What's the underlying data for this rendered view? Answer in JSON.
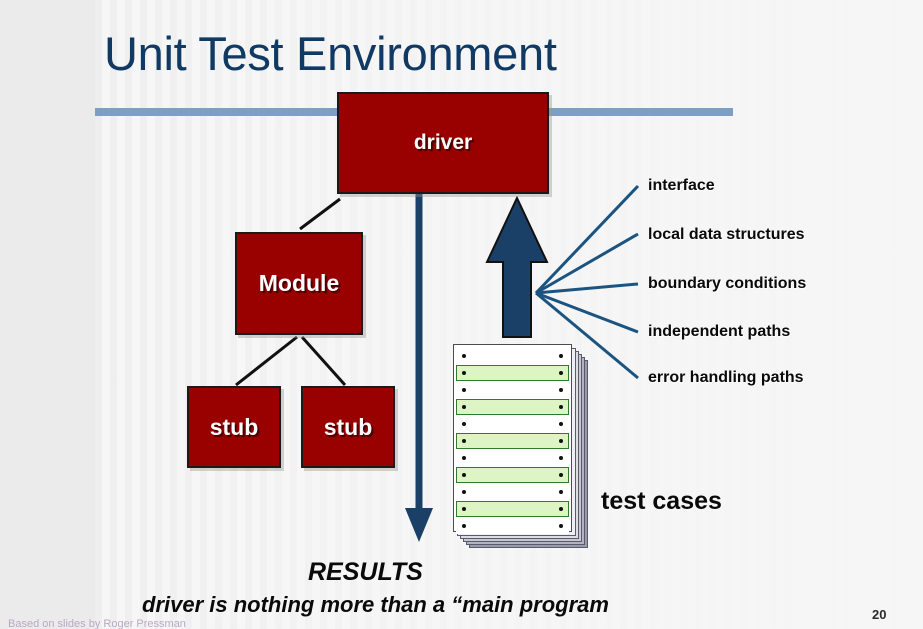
{
  "slide": {
    "title": "Unit Test Environment",
    "page_number": "20",
    "footnote": "Based on slides by Roger Pressman",
    "caption": "driver is nothing more than a “main program",
    "results_label": "RESULTS",
    "test_cases_label": "test cases"
  },
  "theme": {
    "title_color": "#103a63",
    "rule_color": "#7e9fc4",
    "box_fill": "#990000",
    "box_border": "#1a1a1a",
    "box_text_color": "#ffffff",
    "arrow_color": "#1b4068",
    "wire_color": "#111111",
    "paper_green": "#ddf5c5",
    "paper_white": "#ffffff",
    "background": "#ebebeb"
  },
  "boxes": [
    {
      "id": "driver",
      "label": "driver"
    },
    {
      "id": "module",
      "label": "Module"
    },
    {
      "id": "stub1",
      "label": "stub"
    },
    {
      "id": "stub2",
      "label": "stub"
    }
  ],
  "fan_labels": [
    {
      "text": "interface"
    },
    {
      "text": "local data structures"
    },
    {
      "text": "boundary conditions"
    },
    {
      "text": "independent paths"
    },
    {
      "text": "error handling paths"
    }
  ],
  "paper_rows": [
    "white",
    "green",
    "white",
    "green",
    "white",
    "green",
    "white",
    "green",
    "white",
    "green",
    "white"
  ]
}
